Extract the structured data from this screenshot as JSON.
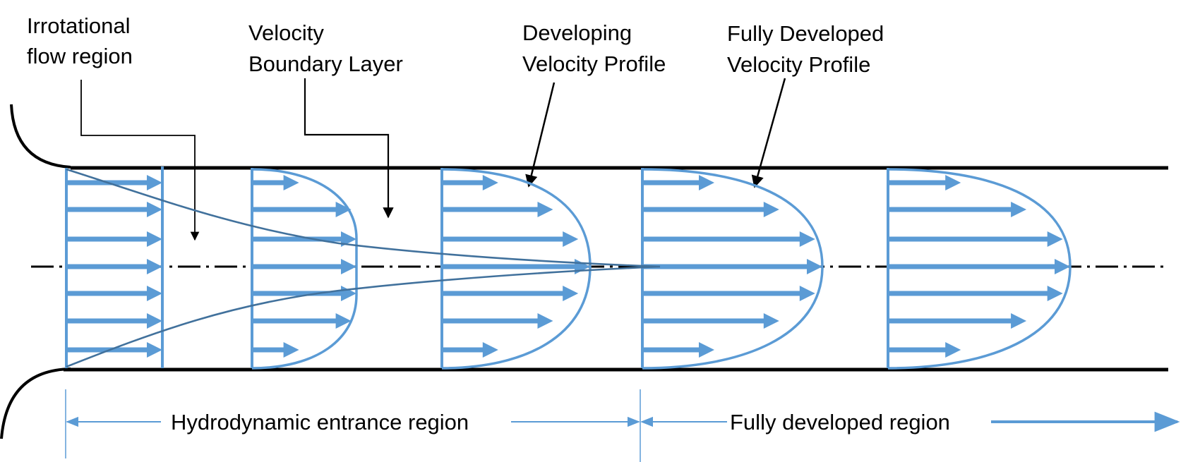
{
  "colors": {
    "wall": "#000000",
    "profile": "#5b9bd5",
    "boundary_layer": "#41719c",
    "leader": "#000000",
    "dimension": "#5b9bd5"
  },
  "labels": {
    "irrotational": [
      "Irrotational",
      "flow region"
    ],
    "boundary_layer": [
      "Velocity",
      "Boundary Layer"
    ],
    "developing": [
      "Developing",
      "Velocity Profile"
    ],
    "fully_developed": [
      "Fully Developed",
      "Velocity Profile"
    ]
  },
  "regions": {
    "entrance": "Hydrodynamic entrance region",
    "fully_developed": "Fully developed region"
  },
  "profiles": [
    {
      "name": "uniform-inlet-profile",
      "shape": "uniform",
      "arrow_lengths": [
        1,
        1,
        1,
        1,
        1,
        1,
        1
      ]
    },
    {
      "name": "early-developing-profile",
      "shape": "blunted",
      "arrow_lengths": [
        0.45,
        0.95,
        1,
        1,
        1,
        0.95,
        0.45
      ]
    },
    {
      "name": "developing-profile",
      "shape": "parabolic-partial",
      "arrow_lengths": [
        0.38,
        0.75,
        0.92,
        1,
        0.92,
        0.75,
        0.38
      ]
    },
    {
      "name": "fully-developed-profile-1",
      "shape": "parabolic",
      "arrow_lengths": [
        0.4,
        0.76,
        0.96,
        1,
        0.96,
        0.76,
        0.4
      ]
    },
    {
      "name": "fully-developed-profile-2",
      "shape": "parabolic",
      "arrow_lengths": [
        0.4,
        0.76,
        0.96,
        1,
        0.96,
        0.76,
        0.4
      ]
    }
  ]
}
